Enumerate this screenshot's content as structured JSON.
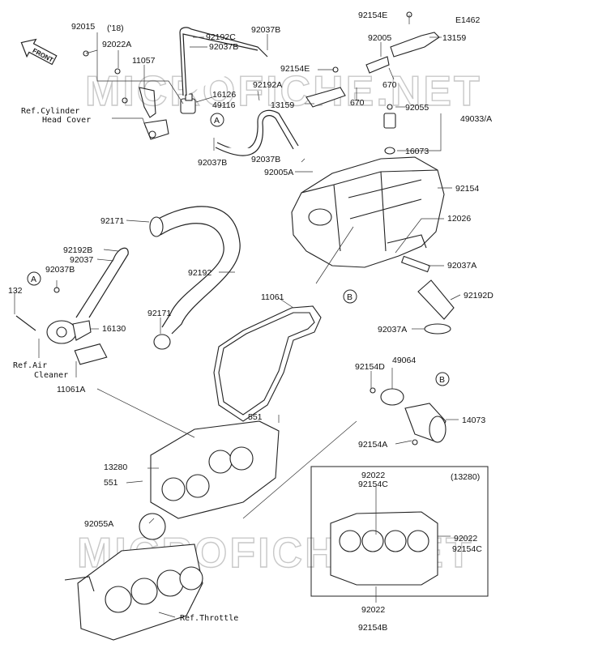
{
  "watermark": "MICROFICHE.NET",
  "front_label": "FRONT",
  "diagram_code": "E1462",
  "inset_title": "(13280)",
  "callouts": [
    "A",
    "A",
    "B",
    "B"
  ],
  "labels": {
    "l92015": "92015",
    "l18": "('18)",
    "l92022A": "92022A",
    "l11057": "11057",
    "lRefCyl1": "Ref.Cylinder",
    "lRefCyl2": "Head Cover",
    "l92192C": "92192C",
    "l92037B_1": "92037B",
    "l92037B_2": "92037B",
    "l16126": "16126",
    "l49116": "49116",
    "l92037B_3": "92037B",
    "l92154E_1": "92154E",
    "l92005": "92005",
    "l13159_1": "13159",
    "l92154E_2": "92154E",
    "l670_1": "670",
    "l92192A": "92192A",
    "l13159_2": "13159",
    "l670_2": "670",
    "l92055": "92055",
    "l49033A": "49033/A",
    "l16073": "16073",
    "l92037B_4": "92037B",
    "l92005A": "92005A",
    "l92154": "92154",
    "l12026": "12026",
    "l92171_1": "92171",
    "l92192B": "92192B",
    "l92037": "92037",
    "l92037B_5": "92037B",
    "l92192": "92192",
    "l92037A_1": "92037A",
    "l92192D": "92192D",
    "l132": "132",
    "l11061": "11061",
    "l16130": "16130",
    "l92171_2": "92171",
    "l92037A_2": "92037A",
    "lRefAir1": "Ref.Air",
    "lRefAir2": "Cleaner",
    "l11061A": "11061A",
    "l49064": "49064",
    "l92154D": "92154D",
    "l14073": "14073",
    "l551_1": "551",
    "l92154A": "92154A",
    "l13280": "13280",
    "l551_2": "551",
    "l92055A": "92055A",
    "lRefThrottle": "Ref.Throttle",
    "lIn92022_top": "92022",
    "lIn92154C_top": "92154C",
    "lIn92022_right": "92022",
    "lIn92154C_right": "92154C",
    "lIn92022_bot": "92022",
    "lIn92154B": "92154B"
  }
}
